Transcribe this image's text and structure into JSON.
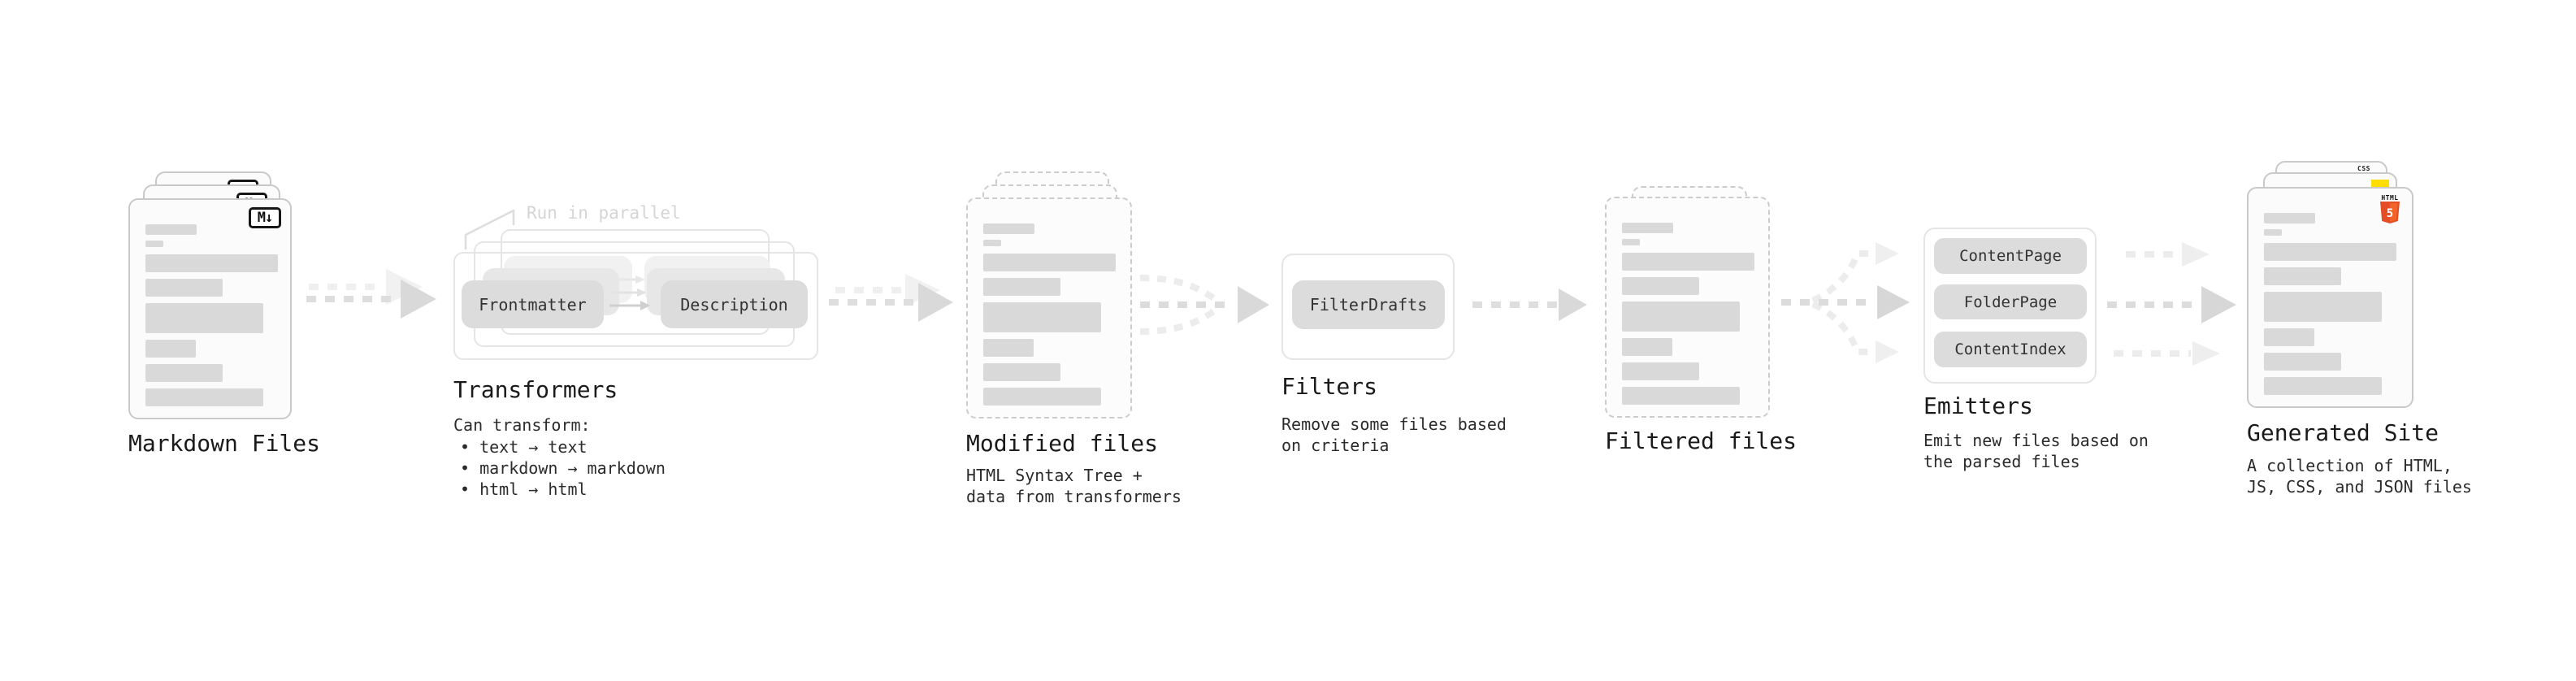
{
  "stages": {
    "markdown": {
      "label": "Markdown Files",
      "badge": "M↓"
    },
    "transformers": {
      "annotation": "Run in parallel",
      "pill_left": "Frontmatter",
      "pill_right": "Description",
      "title": "Transformers",
      "desc_heading": "Can transform:",
      "bullets": [
        "• text → text",
        "• markdown → markdown",
        "• html → html"
      ]
    },
    "modified": {
      "label": "Modified files",
      "desc1": "HTML Syntax Tree +",
      "desc2": "data from transformers"
    },
    "filters": {
      "title": "Filters",
      "pill": "FilterDrafts",
      "desc1": "Remove some files based",
      "desc2": "on criteria"
    },
    "filtered": {
      "label": "Filtered files"
    },
    "emitters": {
      "title": "Emitters",
      "pills": [
        "ContentPage",
        "FolderPage",
        "ContentIndex"
      ],
      "desc1": "Emit new files based on",
      "desc2": "the parsed files"
    },
    "generated": {
      "label": "Generated Site",
      "desc1": "A collection of HTML,",
      "desc2": "JS, CSS, and JSON files",
      "badge_html_label": "HTML",
      "badge_html_number": "5",
      "badge_css": "CSS"
    }
  },
  "colors": {
    "arrow_dark": "#d9d9d9",
    "arrow_light": "#f0f0f0",
    "skeleton_bar": "#d9d9d9",
    "pill_fill": "#dcdcdc",
    "html5_orange": "#e44d26",
    "js_yellow": "#ffdd00",
    "css_blue": "#2962ff"
  }
}
